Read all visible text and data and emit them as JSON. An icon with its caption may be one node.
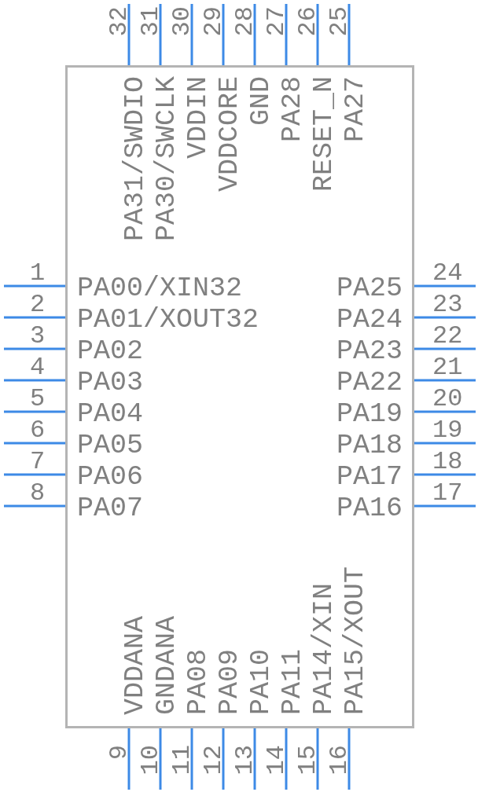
{
  "diagram": {
    "nodes": [
      {
        "text": [],
        "shape": "box"
      },
      {
        "text": [
          "PA31/SWDIO"
        ],
        "beside": [
          "32"
        ],
        "in": 0
      },
      {
        "text": [
          "PA30/SWCLK"
        ],
        "beside": [
          "31"
        ],
        "in": 0
      },
      {
        "text": [
          "VDDIN"
        ],
        "beside": [
          "30"
        ],
        "in": 0
      },
      {
        "text": [
          "VDDCORE"
        ],
        "beside": [
          "29"
        ],
        "in": 0
      },
      {
        "text": [
          "GND"
        ],
        "beside": [
          "28"
        ],
        "in": 0
      },
      {
        "text": [
          "PA28"
        ],
        "beside": [
          "27"
        ],
        "in": 0
      },
      {
        "text": [
          "RESET_N"
        ],
        "beside": [
          "26"
        ],
        "in": 0
      },
      {
        "text": [
          "PA27"
        ],
        "beside": [
          "25"
        ],
        "in": 0
      },
      {
        "text": [
          "PA00/XIN32"
        ],
        "beside": [
          "1"
        ],
        "in": 0
      },
      {
        "text": [
          "PA01/XOUT32"
        ],
        "beside": [
          "2"
        ],
        "in": 0
      },
      {
        "text": [
          "PA02"
        ],
        "beside": [
          "3"
        ],
        "in": 0
      },
      {
        "text": [
          "PA03"
        ],
        "beside": [
          "4"
        ],
        "in": 0
      },
      {
        "text": [
          "PA04"
        ],
        "beside": [
          "5"
        ],
        "in": 0
      },
      {
        "text": [
          "PA05"
        ],
        "beside": [
          "6"
        ],
        "in": 0
      },
      {
        "text": [
          "PA06"
        ],
        "beside": [
          "7"
        ],
        "in": 0
      },
      {
        "text": [
          "PA07"
        ],
        "beside": [
          "8"
        ],
        "in": 0
      },
      {
        "text": [
          "PA25"
        ],
        "beside": [
          "24"
        ],
        "in": 0
      },
      {
        "text": [
          "PA24"
        ],
        "beside": [
          "23"
        ],
        "in": 0
      },
      {
        "text": [
          "PA23"
        ],
        "beside": [
          "22"
        ],
        "in": 0
      },
      {
        "text": [
          "PA22"
        ],
        "beside": [
          "21"
        ],
        "in": 0
      },
      {
        "text": [
          "PA19"
        ],
        "beside": [
          "20"
        ],
        "in": 0
      },
      {
        "text": [
          "PA18"
        ],
        "beside": [
          "19"
        ],
        "in": 0
      },
      {
        "text": [
          "PA17"
        ],
        "beside": [
          "18"
        ],
        "in": 0
      },
      {
        "text": [
          "PA16"
        ],
        "beside": [
          "17"
        ],
        "in": 0
      },
      {
        "text": [
          "VDDANA"
        ],
        "beside": [
          "9"
        ],
        "in": 0
      },
      {
        "text": [
          "GNDANA"
        ],
        "beside": [
          "10"
        ],
        "in": 0
      },
      {
        "text": [
          "PA08"
        ],
        "beside": [
          "11"
        ],
        "in": 0
      },
      {
        "text": [
          "PA09"
        ],
        "beside": [
          "12"
        ],
        "in": 0
      },
      {
        "text": [
          "PA10"
        ],
        "beside": [
          "13"
        ],
        "in": 0
      },
      {
        "text": [
          "PA11"
        ],
        "beside": [
          "14"
        ],
        "in": 0
      },
      {
        "text": [
          "PA14/XIN"
        ],
        "beside": [
          "15"
        ],
        "in": 0
      },
      {
        "text": [
          "PA15/XOUT"
        ],
        "beside": [
          "16"
        ],
        "in": 0
      }
    ]
  }
}
